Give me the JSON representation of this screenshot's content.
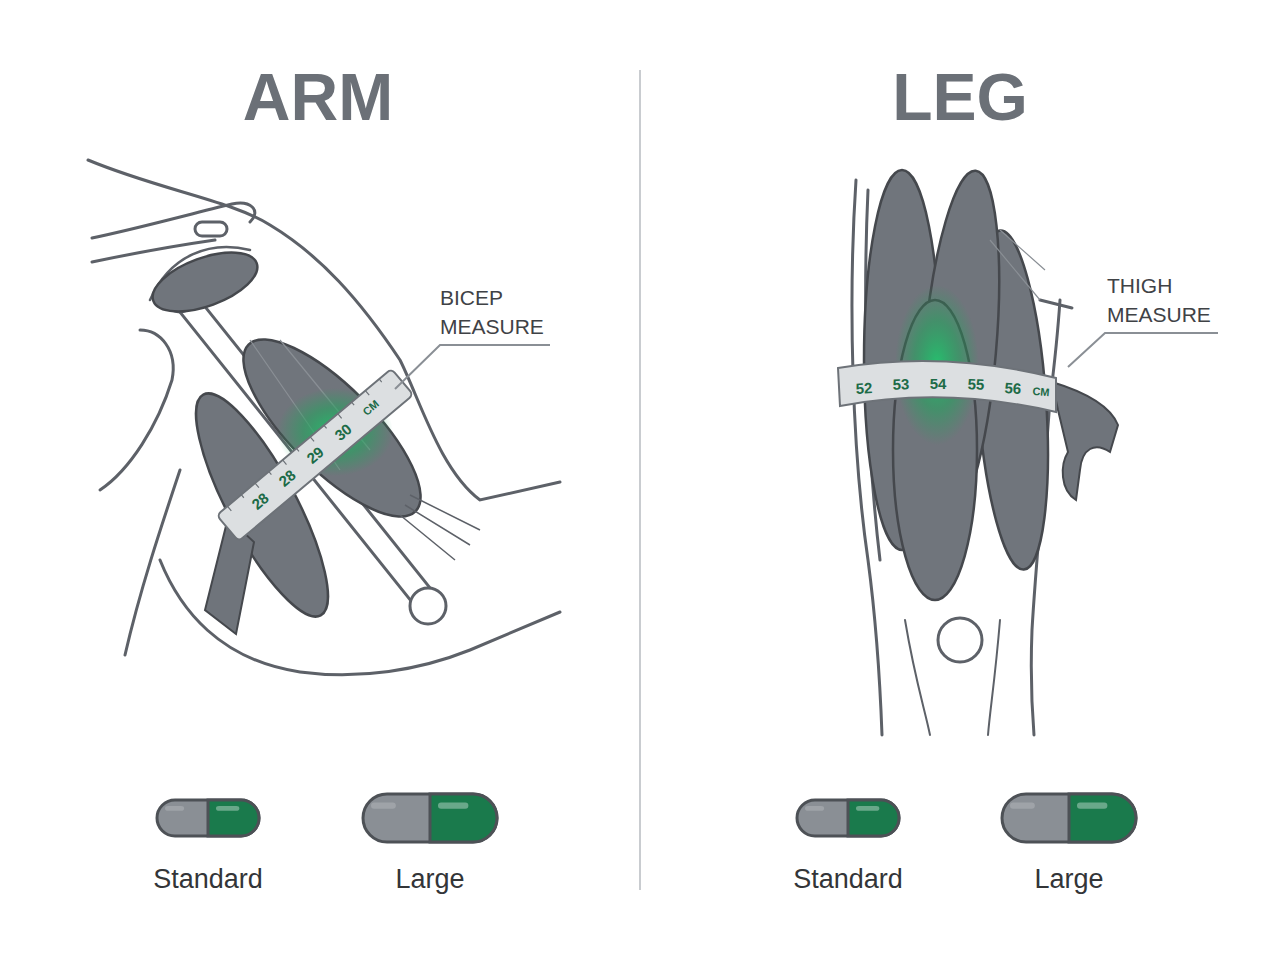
{
  "diagram": {
    "nodes": [
      {
        "text": [
          "Standard"
        ]
      },
      {
        "text": [
          "Large"
        ]
      },
      {
        "text": [
          "Standard"
        ]
      },
      {
        "text": [
          "Large"
        ]
      }
    ],
    "labels": [
      "ARM",
      "BICEP MEASURE",
      "28",
      "28",
      "29",
      "30",
      "CM",
      "LEG",
      "THIGH MEASURE",
      "52",
      "53",
      "54",
      "55",
      "56",
      "CM"
    ]
  }
}
